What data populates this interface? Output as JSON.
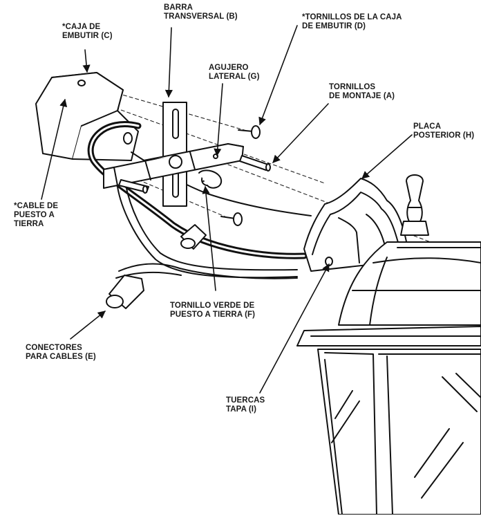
{
  "colors": {
    "ink": "#111111",
    "paper": "#ffffff",
    "wire": "#111111"
  },
  "labels": {
    "barra": [
      "BARRA",
      "TRANSVERSAL (B)"
    ],
    "caja": [
      "*CAJA DE",
      "EMBUTIR (C)"
    ],
    "tornillos_caja": [
      "*TORNILLOS DE LA CAJA",
      "DE EMBUTIR (D)"
    ],
    "agujero": [
      "AGUJERO",
      "LATERAL (G)"
    ],
    "tornillos_montaje": [
      "TORNILLOS",
      "DE MONTAJE (A)"
    ],
    "placa": [
      "PLACA",
      "POSTERIOR (H)"
    ],
    "cable": [
      "*CABLE DE",
      "PUESTO A",
      "TIERRA"
    ],
    "tornillo_verde": [
      "TORNILLO VERDE DE",
      "PUESTO A TIERRA (F)"
    ],
    "conectores": [
      "CONECTORES",
      "PARA CABLES (E)"
    ],
    "tuercas": [
      "TUERCAS",
      "TAPA (I)"
    ]
  }
}
